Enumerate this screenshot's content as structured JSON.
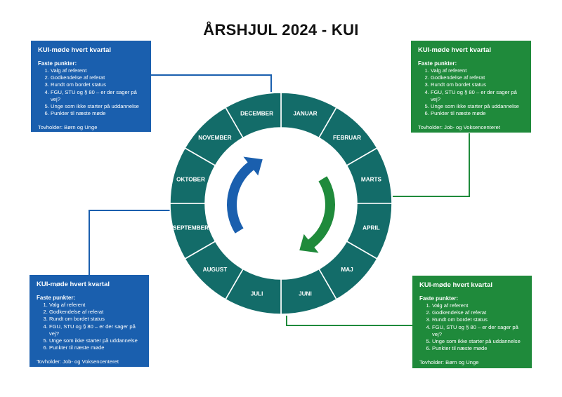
{
  "title": "ÅRSHJUL 2024 - KUI",
  "months": [
    "JANUAR",
    "FEBRUAR",
    "MARTS",
    "APRIL",
    "MAJ",
    "JUNI",
    "JULI",
    "AUGUST",
    "SEPTEMBER",
    "OKTOBER",
    "NOVEMBER",
    "DECEMBER"
  ],
  "colors": {
    "wheel": "#136c69",
    "blue": "#1a5fae",
    "green": "#1f8a3b",
    "arrow_blue": "#1a5fae",
    "arrow_green": "#1f8a3b"
  },
  "boxes": [
    {
      "title": "KUI-møde hvert kvartal",
      "subtitle": "Faste punkter:",
      "items": [
        "Valg af referent",
        "Godkendelse af referat",
        "Rundt om bordet status",
        "FGU, STU og § 80 – er der sager på vej?",
        "Unge som ikke starter på uddannelse",
        "Punkter til næste møde"
      ],
      "owner": "Tovholder: Børn og Unge"
    },
    {
      "title": "KUI-møde hvert kvartal",
      "subtitle": "Faste punkter:",
      "items": [
        "Valg af referent",
        "Godkendelse af referat",
        "Rundt om bordet status",
        "FGU, STU og § 80 – er der sager på vej?",
        "Unge som ikke starter på uddannelse",
        "Punkter til næste møde"
      ],
      "owner": "Tovholder: Job- og Voksencenteret"
    },
    {
      "title": "KUI-møde hvert kvartal",
      "subtitle": "Faste punkter:",
      "items": [
        "Valg af referent",
        "Godkendelse af referat",
        "Rundt om bordet status",
        "FGU, STU og § 80 – er der sager på vej?",
        "Unge som ikke starter på uddannelse",
        "Punkter til næste møde"
      ],
      "owner": "Tovholder: Job- og Voksencenteret"
    },
    {
      "title": "KUI-møde hvert kvartal",
      "subtitle": "Faste punkter:",
      "items": [
        "Valg af referent",
        "Godkendelse af referat",
        "Rundt om bordet status",
        "FGU, STU og § 80 – er der sager på vej?",
        "Unge som ikke starter på uddannelse",
        "Punkter til næste møde"
      ],
      "owner": "Tovholder: Børn og Unge"
    }
  ]
}
